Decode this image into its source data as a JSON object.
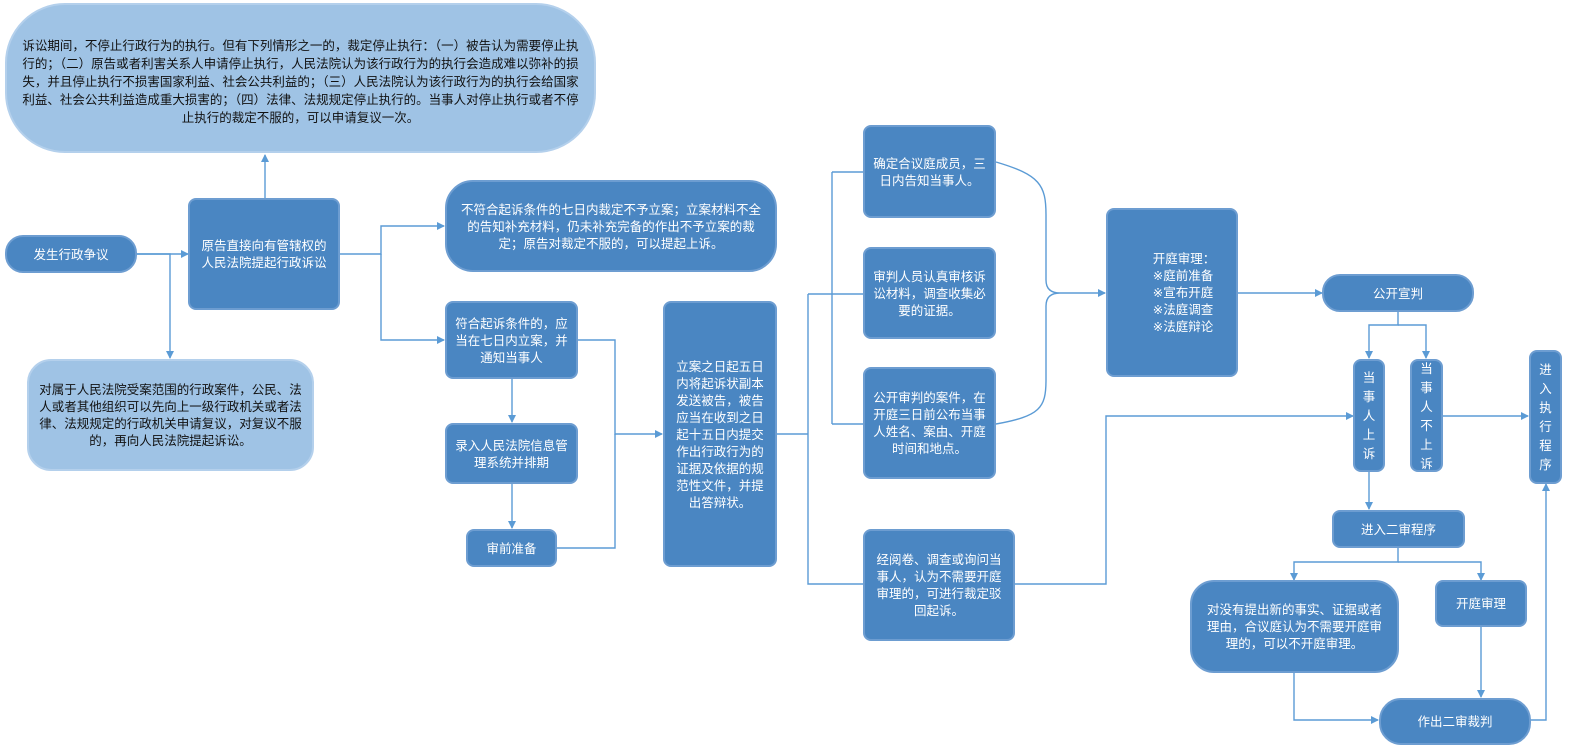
{
  "nodes": {
    "suspend_note": "诉讼期间，不停止行政行为的执行。但有下列情形之一的，裁定停止执行：（一）被告认为需要停止执行的；（二）原告或者利害关系人申请停止执行，人民法院认为该行政行为的执行会造成难以弥补的损失，并且停止执行不损害国家利益、社会公共利益的；（三）人民法院认为该行政行为的执行会给国家利益、社会公共利益造成重大损害的；（四）法律、法规规定停止执行的。当事人对停止执行或者不停止执行的裁定不服的，可以申请复议一次。",
    "dispute": "发生行政争议",
    "sue_direct": "原告直接向有管辖权的\n人民法院提起行政诉讼",
    "reconsider": "对属于人民法院受案范围的行政案件，公民、法人或者其他组织可以先向上一级行政机关或者法律、法规规定的行政机关申请复议，对复议不服的，再向人民法院提起诉讼。",
    "not_meet": "不符合起诉条件的七日内裁定不予立案；立案材料不全的告知补充材料，仍未补充完备的作出不予立案的裁定；原告对裁定不服的，可以提起上诉。",
    "meet": "符合起诉条件的，应当在七日内立案，并通知当事人",
    "register": "录入人民法院信息管理系统并排期",
    "pretrial": "审前准备",
    "five_days": "立案之日起五日内将起诉状副本发送被告，被告应当在收到之日起十五日内提交作出行政行为的证据及依据的规范性文件，并提出答辩状。",
    "panel": "确定合议庭成员，三日内告知当事人。",
    "review": "审判人员认真审核诉讼材料，调查收集必要的证据。",
    "public_case": "公开审判的案件，在开庭三日前公布当事人姓名、案由、开庭时间和地点。",
    "no_hearing": "经阅卷、调查或询问当事人，认为不需要开庭审理的，可进行裁定驳回起诉。",
    "hearing": "开庭审理：\n※庭前准备\n※宣布开庭\n※法庭调查\n※法庭辩论",
    "verdict": "公开宣判",
    "appeal": "当\n事\n人\n上\n诉",
    "no_appeal": "当\n事\n人\n不\n上\n诉",
    "execute": "进\n入\n执\n行\n程\n序",
    "second": "进入二审程序",
    "no_new": "对没有提出新的事实、证据或者理由，合议庭认为不需要开庭审理的，可以不开庭审理。",
    "open_hearing": "开庭审理",
    "second_judgment": "作出二审裁判"
  },
  "colors": {
    "box_fill": "#4a86c2",
    "box_border": "#6d9dd1",
    "light_fill": "#9fc3e5",
    "arrow": "#5b9bd5"
  }
}
